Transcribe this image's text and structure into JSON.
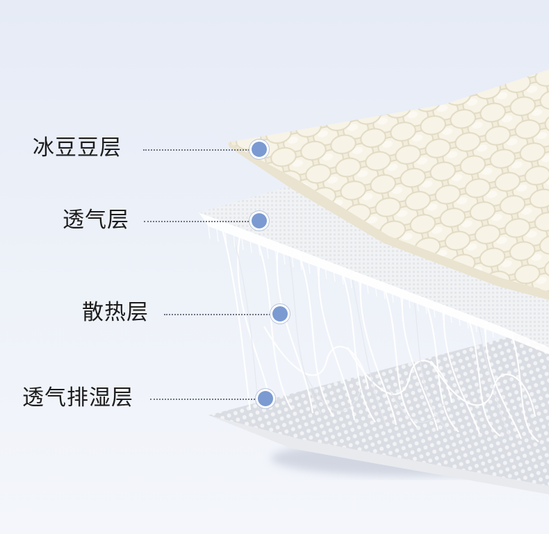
{
  "colors": {
    "background": "#e9eef7",
    "marker": "#7b9ad1",
    "label_text": "#1c1c1c",
    "leader_line": "#6d7380"
  },
  "layers": [
    {
      "label": "冰豆豆层"
    },
    {
      "label": "透气层"
    },
    {
      "label": "散热层"
    },
    {
      "label": "透气排湿层"
    }
  ]
}
